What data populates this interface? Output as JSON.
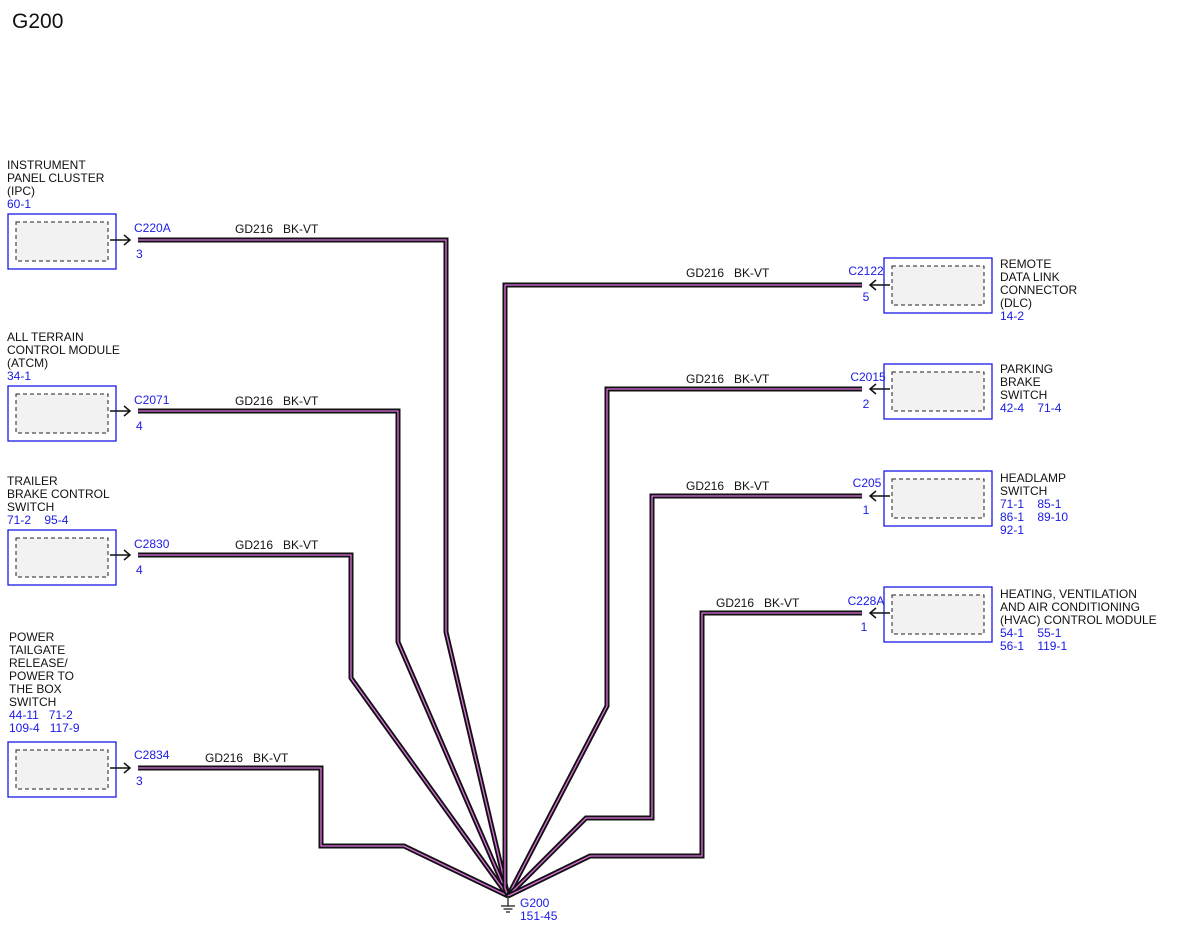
{
  "title": "G200",
  "ground": {
    "id": "G200",
    "ref": "151-45"
  },
  "components": [
    {
      "key": "ipc",
      "name": [
        "INSTRUMENT",
        "PANEL CLUSTER",
        "(IPC)"
      ],
      "refs": [
        "60-1"
      ],
      "connector": "C220A",
      "pin": "3",
      "circuit": "GD216",
      "color": "BK-VT"
    },
    {
      "key": "atcm",
      "name": [
        "ALL TERRAIN",
        "CONTROL MODULE",
        "(ATCM)"
      ],
      "refs": [
        "34-1"
      ],
      "connector": "C2071",
      "pin": "4",
      "circuit": "GD216",
      "color": "BK-VT"
    },
    {
      "key": "trailer-brake",
      "name": [
        "TRAILER",
        "BRAKE CONTROL",
        "SWITCH"
      ],
      "refs": [
        "71-2    95-4"
      ],
      "connector": "C2830",
      "pin": "4",
      "circuit": "GD216",
      "color": "BK-VT"
    },
    {
      "key": "power-tailgate",
      "name": [
        "POWER",
        "TAILGATE",
        "RELEASE/",
        "POWER TO",
        "THE BOX",
        "SWITCH"
      ],
      "refs": [
        "44-11   71-2",
        "109-4   117-9"
      ],
      "connector": "C2834",
      "pin": "3",
      "circuit": "GD216",
      "color": "BK-VT"
    },
    {
      "key": "dlc",
      "name": [
        "REMOTE",
        "DATA LINK",
        "CONNECTOR",
        "(DLC)"
      ],
      "refs": [
        "14-2"
      ],
      "connector": "C2122",
      "pin": "5",
      "circuit": "GD216",
      "color": "BK-VT"
    },
    {
      "key": "parking-brake",
      "name": [
        "PARKING",
        "BRAKE",
        "SWITCH"
      ],
      "refs": [
        "42-4    71-4"
      ],
      "connector": "C2015",
      "pin": "2",
      "circuit": "GD216",
      "color": "BK-VT"
    },
    {
      "key": "headlamp",
      "name": [
        "HEADLAMP",
        "SWITCH"
      ],
      "refs": [
        "71-1    85-1",
        "86-1    89-10",
        "92-1"
      ],
      "connector": "C205",
      "pin": "1",
      "circuit": "GD216",
      "color": "BK-VT"
    },
    {
      "key": "hvac",
      "name": [
        "HEATING, VENTILATION",
        "AND AIR CONDITIONING",
        "(HVAC) CONTROL MODULE"
      ],
      "refs": [
        "54-1    55-1",
        "56-1    119-1"
      ],
      "connector": "C228A",
      "pin": "1",
      "circuit": "GD216",
      "color": "BK-VT"
    }
  ],
  "colors": {
    "connector_blue": "#1a1ae6",
    "wire": "#111111",
    "wire_tracer": "#e070e0"
  }
}
